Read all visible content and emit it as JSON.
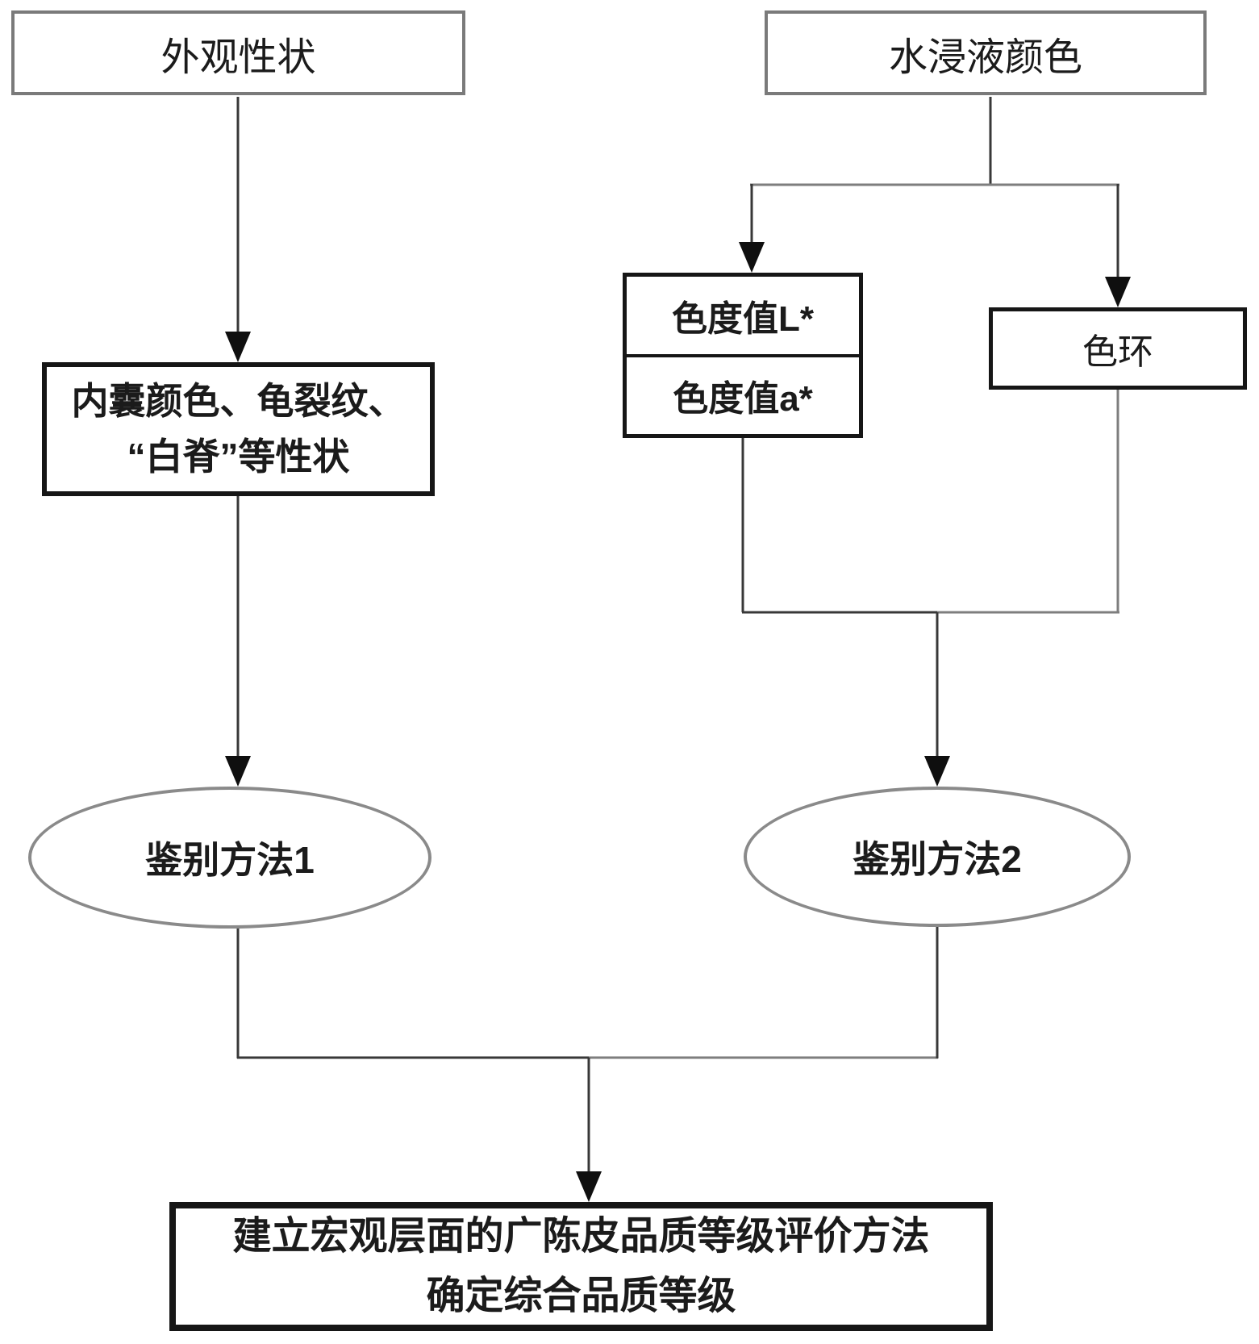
{
  "diagram": {
    "nodes": {
      "appearance": {
        "label": "外观性状"
      },
      "water": {
        "label": "水浸液颜色"
      },
      "inner_traits": {
        "line1": "内囊颜色、龟裂纹、",
        "line2": "“白脊”等性状"
      },
      "chroma_l": {
        "label": "色度值L*"
      },
      "chroma_a": {
        "label": "色度值a*"
      },
      "color_ring": {
        "label": "色环"
      },
      "method1": {
        "label": "鉴别方法1"
      },
      "method2": {
        "label": "鉴别方法2"
      },
      "final": {
        "line1": "建立宏观层面的广陈皮品质等级评价方法",
        "line2": "确定综合品质等级"
      }
    },
    "colors": {
      "gray_border": "#7a7a7a",
      "black_border": "#161616",
      "line_dark": "#383838",
      "line_gray": "#7e7e7e",
      "arrow": "#0f0f0f",
      "text": "#1b1b1b",
      "background": "#ffffff"
    }
  }
}
